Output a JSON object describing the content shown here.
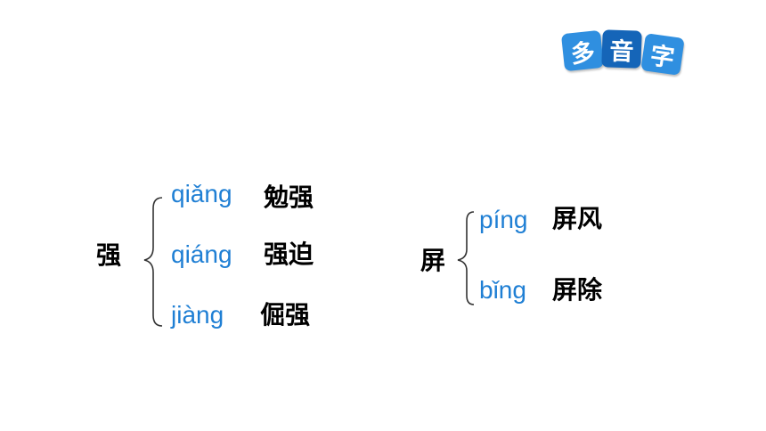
{
  "badge": {
    "chars": [
      "多",
      "音",
      "字"
    ],
    "colors": [
      "#2f8fe0",
      "#1565b8",
      "#2f8fe0"
    ]
  },
  "groups": [
    {
      "character": "强",
      "readings": [
        {
          "pinyin": "qiǎng",
          "word": "勉强"
        },
        {
          "pinyin": "qiáng",
          "word": "强迫"
        },
        {
          "pinyin": "jiàng",
          "word": "倔强"
        }
      ]
    },
    {
      "character": "屏",
      "readings": [
        {
          "pinyin": "píng",
          "word": "屏风"
        },
        {
          "pinyin": "bǐng",
          "word": "屏除"
        }
      ]
    }
  ],
  "colors": {
    "pinyin": "#1f7fd4",
    "text": "#000000"
  }
}
